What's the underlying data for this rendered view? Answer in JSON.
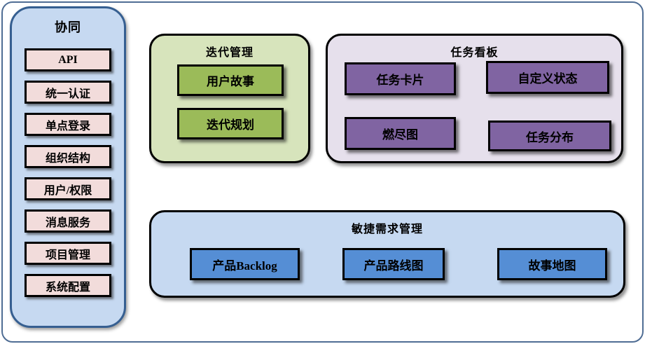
{
  "sidebar": {
    "title": "协同",
    "items": [
      "API",
      "统一认证",
      "单点登录",
      "组织结构",
      "用户/权限",
      "消息服务",
      "项目管理",
      "系统配置"
    ]
  },
  "groups": {
    "iteration": {
      "title": "迭代管理",
      "items": [
        "用户故事",
        "迭代规划"
      ]
    },
    "kanban": {
      "title": "任务看板",
      "items": [
        "任务卡片",
        "自定义状态",
        "燃尽图",
        "任务分布"
      ]
    },
    "requirements": {
      "title": "敏捷需求管理",
      "items": [
        "产品Backlog",
        "产品路线图",
        "故事地图"
      ]
    }
  },
  "colors": {
    "outer_frame_border": "#4f6d94",
    "sidebar_fill": "#c6d9f1",
    "sidebar_border": "#365f91",
    "sidebar_item_fill": "#f2dcdb",
    "iteration_group_fill": "#d7e4bc",
    "iteration_item_fill": "#9bbb59",
    "kanban_group_fill": "#e6e0ec",
    "kanban_item_fill": "#8064a2",
    "requirements_group_fill": "#c6d9f1",
    "requirements_item_fill": "#558ed5",
    "box_border": "#000000",
    "text": "#000000"
  }
}
